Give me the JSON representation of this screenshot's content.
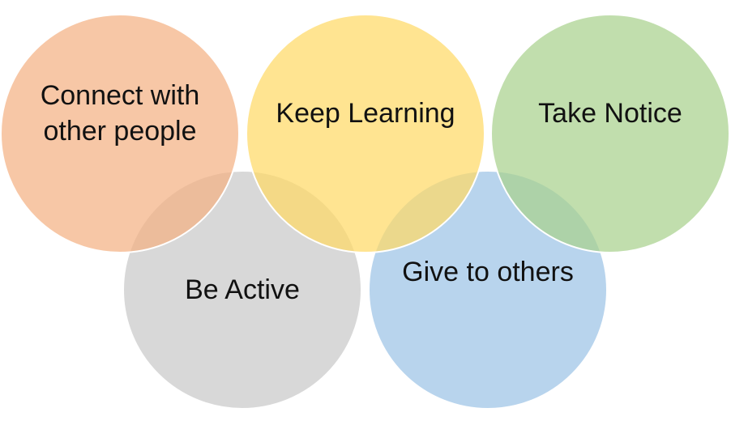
{
  "diagram": {
    "circles": [
      {
        "id": "connect",
        "label": "Connect with other people",
        "color": "#F4B183"
      },
      {
        "id": "learn",
        "label": "Keep Learning",
        "color": "#FFD966"
      },
      {
        "id": "notice",
        "label": "Take Notice",
        "color": "#A9D18E"
      },
      {
        "id": "active",
        "label": "Be Active",
        "color": "#C9C9C9"
      },
      {
        "id": "give",
        "label": "Give to others",
        "color": "#9DC3E6"
      }
    ]
  }
}
